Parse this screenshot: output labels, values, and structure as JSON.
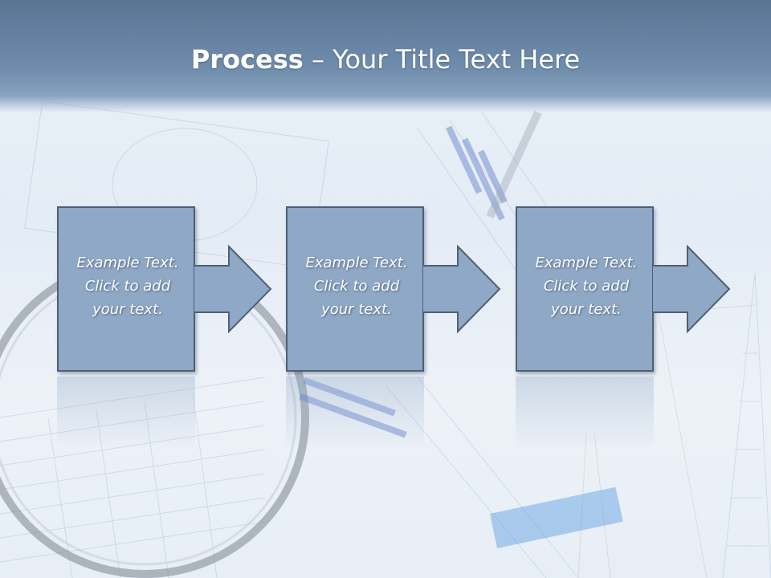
{
  "slide": {
    "title_bold": "Process",
    "title_rest": " – Your Title Text Here"
  },
  "steps": [
    {
      "text": "Example Text.\nClick  to add\nyour text."
    },
    {
      "text": "Example Text.\nClick  to add\nyour text."
    },
    {
      "text": "Example Text.\nClick  to add\nyour text."
    }
  ],
  "colors": {
    "box_fill": "#8ea8c6",
    "box_border": "#4e6078",
    "header": "#6f8cac"
  },
  "background_image": "finance-collage"
}
